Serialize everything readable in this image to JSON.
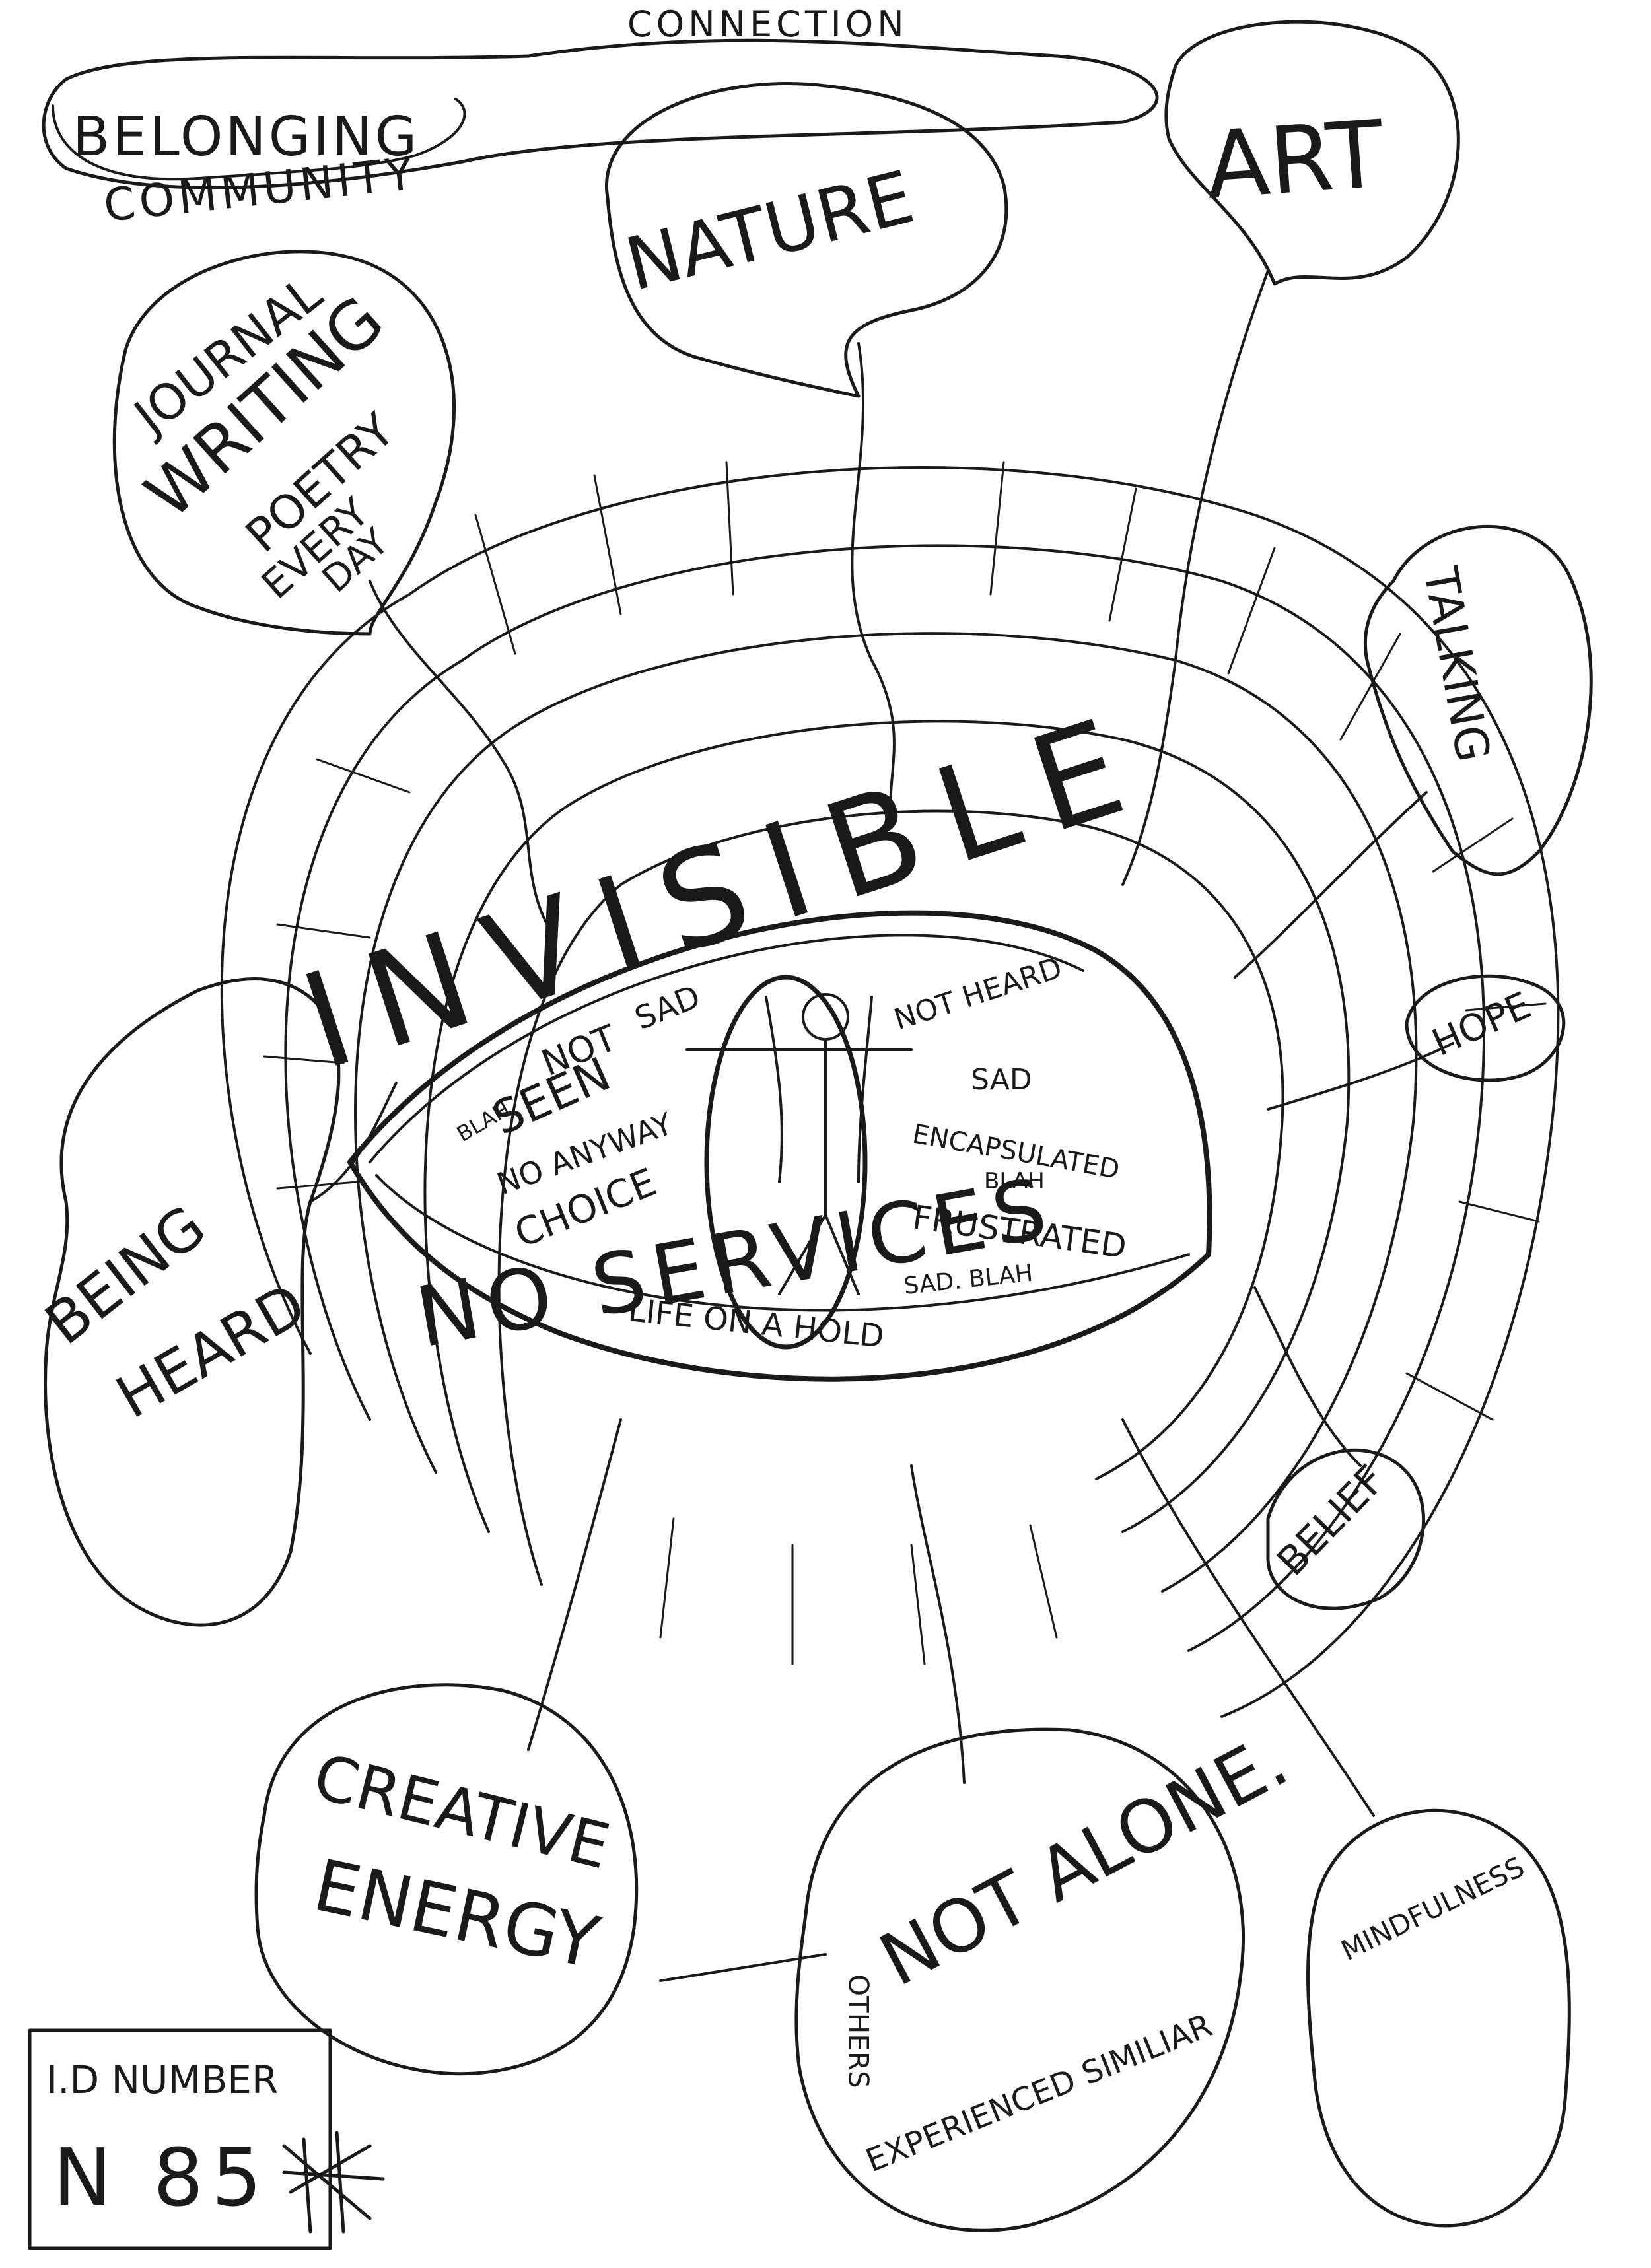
{
  "header": {
    "connection": "CONNECTION",
    "belonging": "BELONGING",
    "community": "COMMUNITY"
  },
  "bubbles": {
    "nature": "NATURE",
    "art": "ART",
    "journal": [
      "JOURNAL",
      "WRITING",
      "POETRY",
      "EVERY",
      "DAY"
    ],
    "talking": "TALKING",
    "hope": "HOPE",
    "being_heard": [
      "BEING",
      "HEARD"
    ],
    "belief": "BELIEF",
    "creative_energy": [
      "CREATIVE",
      "ENERGY"
    ],
    "not_alone": "NOT ALONE.",
    "others": "OTHERS",
    "experienced_similar": "EXPERIENCED SIMILIAR",
    "mindfulness": "MINDFULNESS"
  },
  "center": {
    "invisible": "INVISIBLE",
    "no_services": "NO SERVICES",
    "eye_words": {
      "not": "NOT",
      "sad": "SAD",
      "blah": "BLAH",
      "seen": "SEEN",
      "no_anyway": "NO ANYWAY",
      "choice": "CHOICE",
      "life_on_a_hold": "LIFE ON A HOLD",
      "not_heard": "NOT HEARD",
      "encapsulated": "ENCAPSULATED",
      "frustrated": "FRUSTRATED",
      "sad_blah": "SAD. BLAH"
    }
  },
  "id_box": {
    "label": "I.D NUMBER",
    "value": "N 85"
  }
}
